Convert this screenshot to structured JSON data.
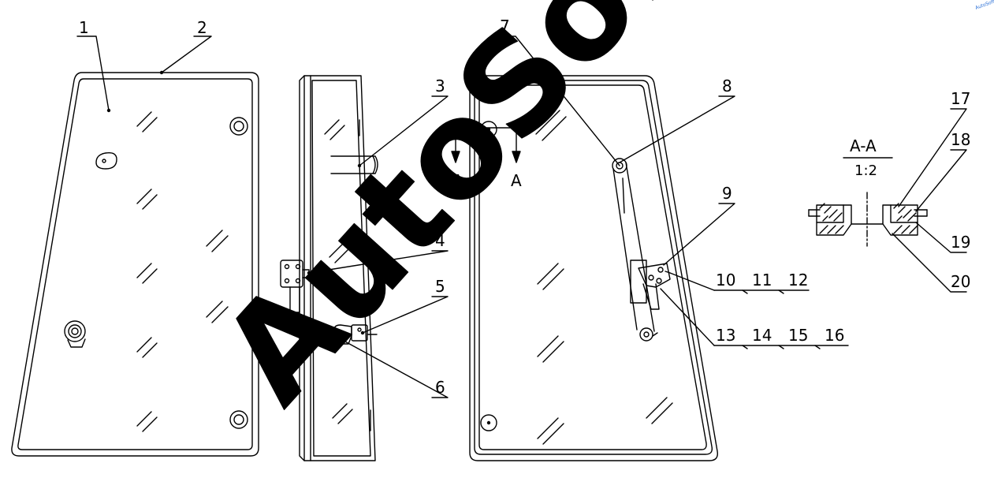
{
  "callouts": [
    "1",
    "2",
    "3",
    "4",
    "5",
    "6",
    "7",
    "8",
    "9",
    "10",
    "11",
    "12",
    "13",
    "14",
    "15",
    "16",
    "17",
    "18",
    "19",
    "20"
  ],
  "section": {
    "title": "A-A",
    "scale": "1:2"
  },
  "section_marks": {
    "left": "A",
    "right": "A"
  },
  "watermark": "AutoSoft",
  "corner_mark": "AutoSoft",
  "colors": {
    "line": "#000000",
    "background": "#ffffff",
    "corner_mark": "#2a6fd6"
  }
}
